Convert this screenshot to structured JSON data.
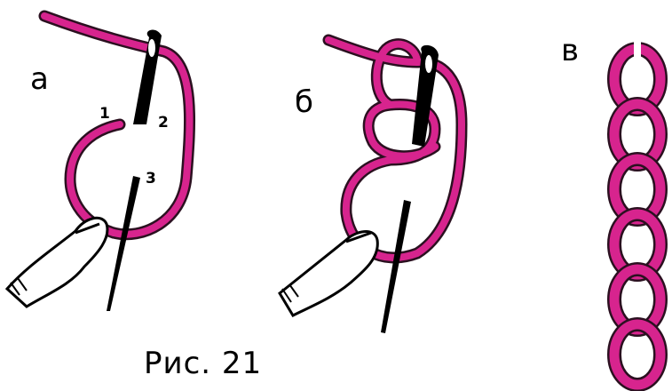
{
  "figure": {
    "caption": "Рис. 21",
    "panels": [
      {
        "label": "а",
        "steps": [
          "1",
          "2",
          "3"
        ]
      },
      {
        "label": "б"
      },
      {
        "label": "в"
      }
    ],
    "colors": {
      "thread": "#d7248e",
      "outline": "#2b1020",
      "needle": "#000000",
      "hand": "#000000"
    },
    "chain_links_panel_c": 6
  }
}
